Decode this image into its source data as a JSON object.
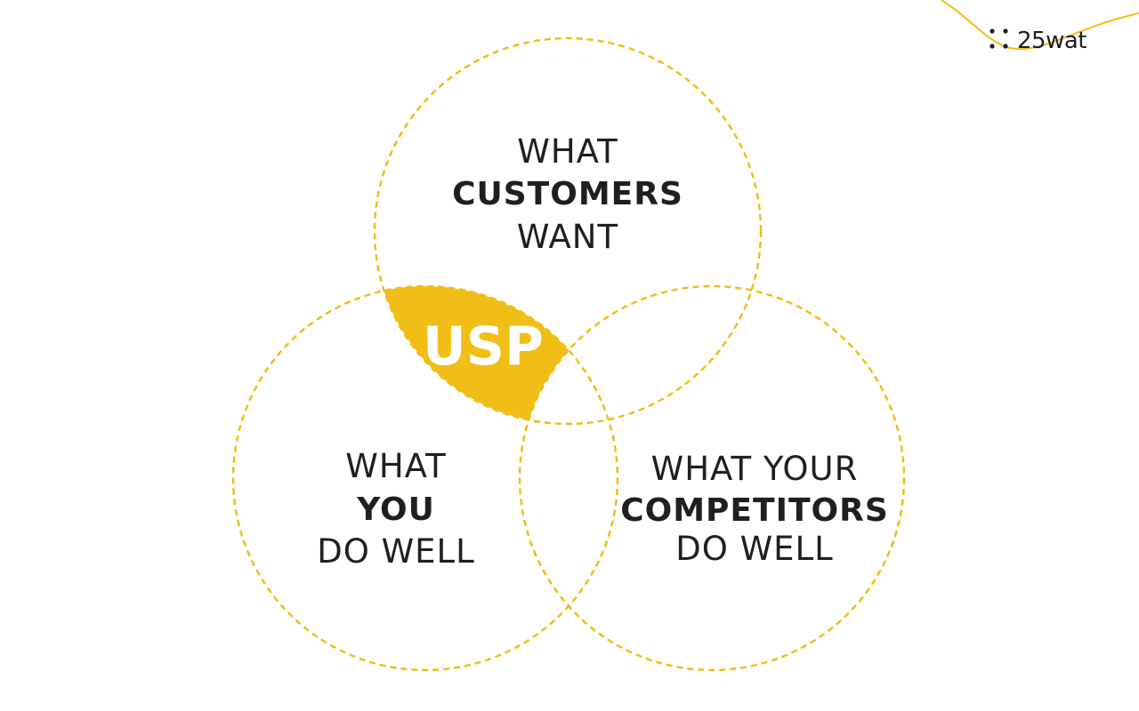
{
  "brand": {
    "name": "25wat",
    "accent_color": "#F0BE17"
  },
  "diagram": {
    "center_label": "USP",
    "top": {
      "line1": "WHAT",
      "line2": "CUSTOMERS",
      "line3": "WANT"
    },
    "left": {
      "line1": "WHAT",
      "line2": "YOU",
      "line3": "DO WELL"
    },
    "right": {
      "line1": "WHAT YOUR",
      "line2": "COMPETITORS",
      "line3": "DO WELL"
    }
  }
}
